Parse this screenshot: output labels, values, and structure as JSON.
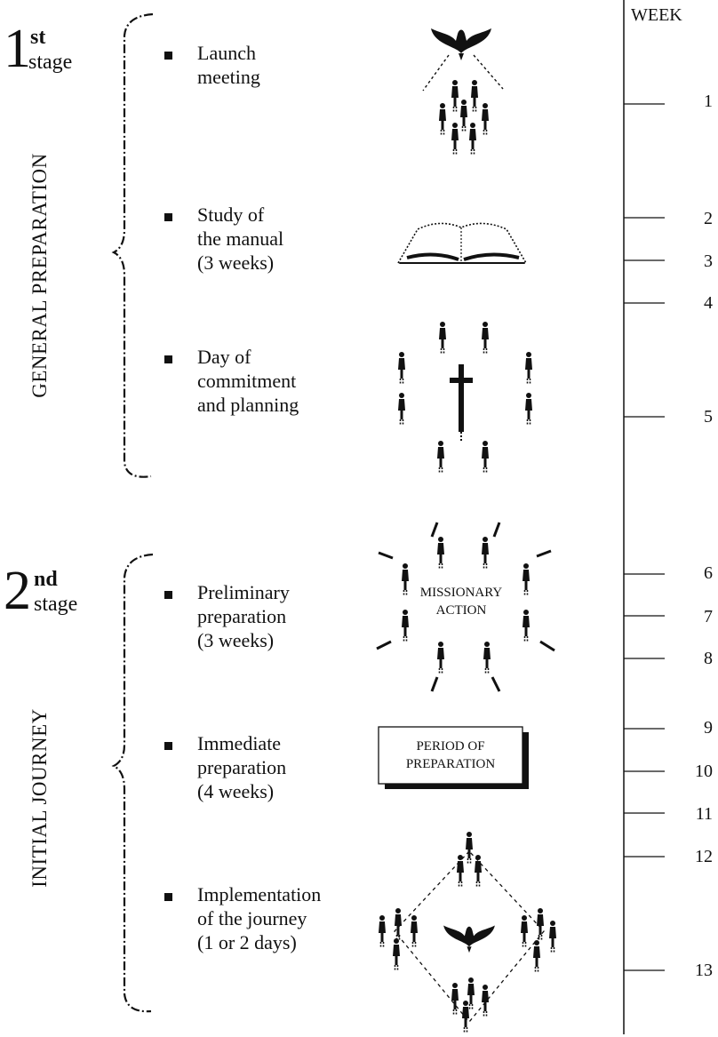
{
  "timeline": {
    "header": "WEEK",
    "weeks": [
      "1",
      "2",
      "3",
      "4",
      "5",
      "6",
      "7",
      "8",
      "9",
      "10",
      "11",
      "12",
      "13"
    ]
  },
  "stages": [
    {
      "number": "1",
      "suffix": "st",
      "word": "stage",
      "section_label": "GENERAL PREPARATION",
      "items": [
        {
          "lines": [
            "Launch",
            "meeting"
          ],
          "icon": "dove-over-people-icon"
        },
        {
          "lines": [
            "Study of",
            "the manual",
            "(3 weeks)"
          ],
          "icon": "open-book-icon"
        },
        {
          "lines": [
            "Day of",
            "commitment",
            "and planning"
          ],
          "icon": "people-around-cross-icon"
        }
      ]
    },
    {
      "number": "2",
      "suffix": "nd",
      "word": "stage",
      "section_label": "INITIAL JOURNEY",
      "items": [
        {
          "lines": [
            "Preliminary",
            "preparation",
            "(3 weeks)"
          ],
          "icon": "missionary-action-icon",
          "caption": [
            "MISSIONARY",
            "ACTION"
          ]
        },
        {
          "lines": [
            "Immediate",
            "preparation",
            "(4 weeks)"
          ],
          "icon": "period-of-preparation-box",
          "caption": [
            "PERIOD OF",
            "PREPARATION"
          ]
        },
        {
          "lines": [
            "Implementation",
            "of the journey",
            "(1 or 2 days)"
          ],
          "icon": "dove-among-groups-icon"
        }
      ]
    }
  ]
}
